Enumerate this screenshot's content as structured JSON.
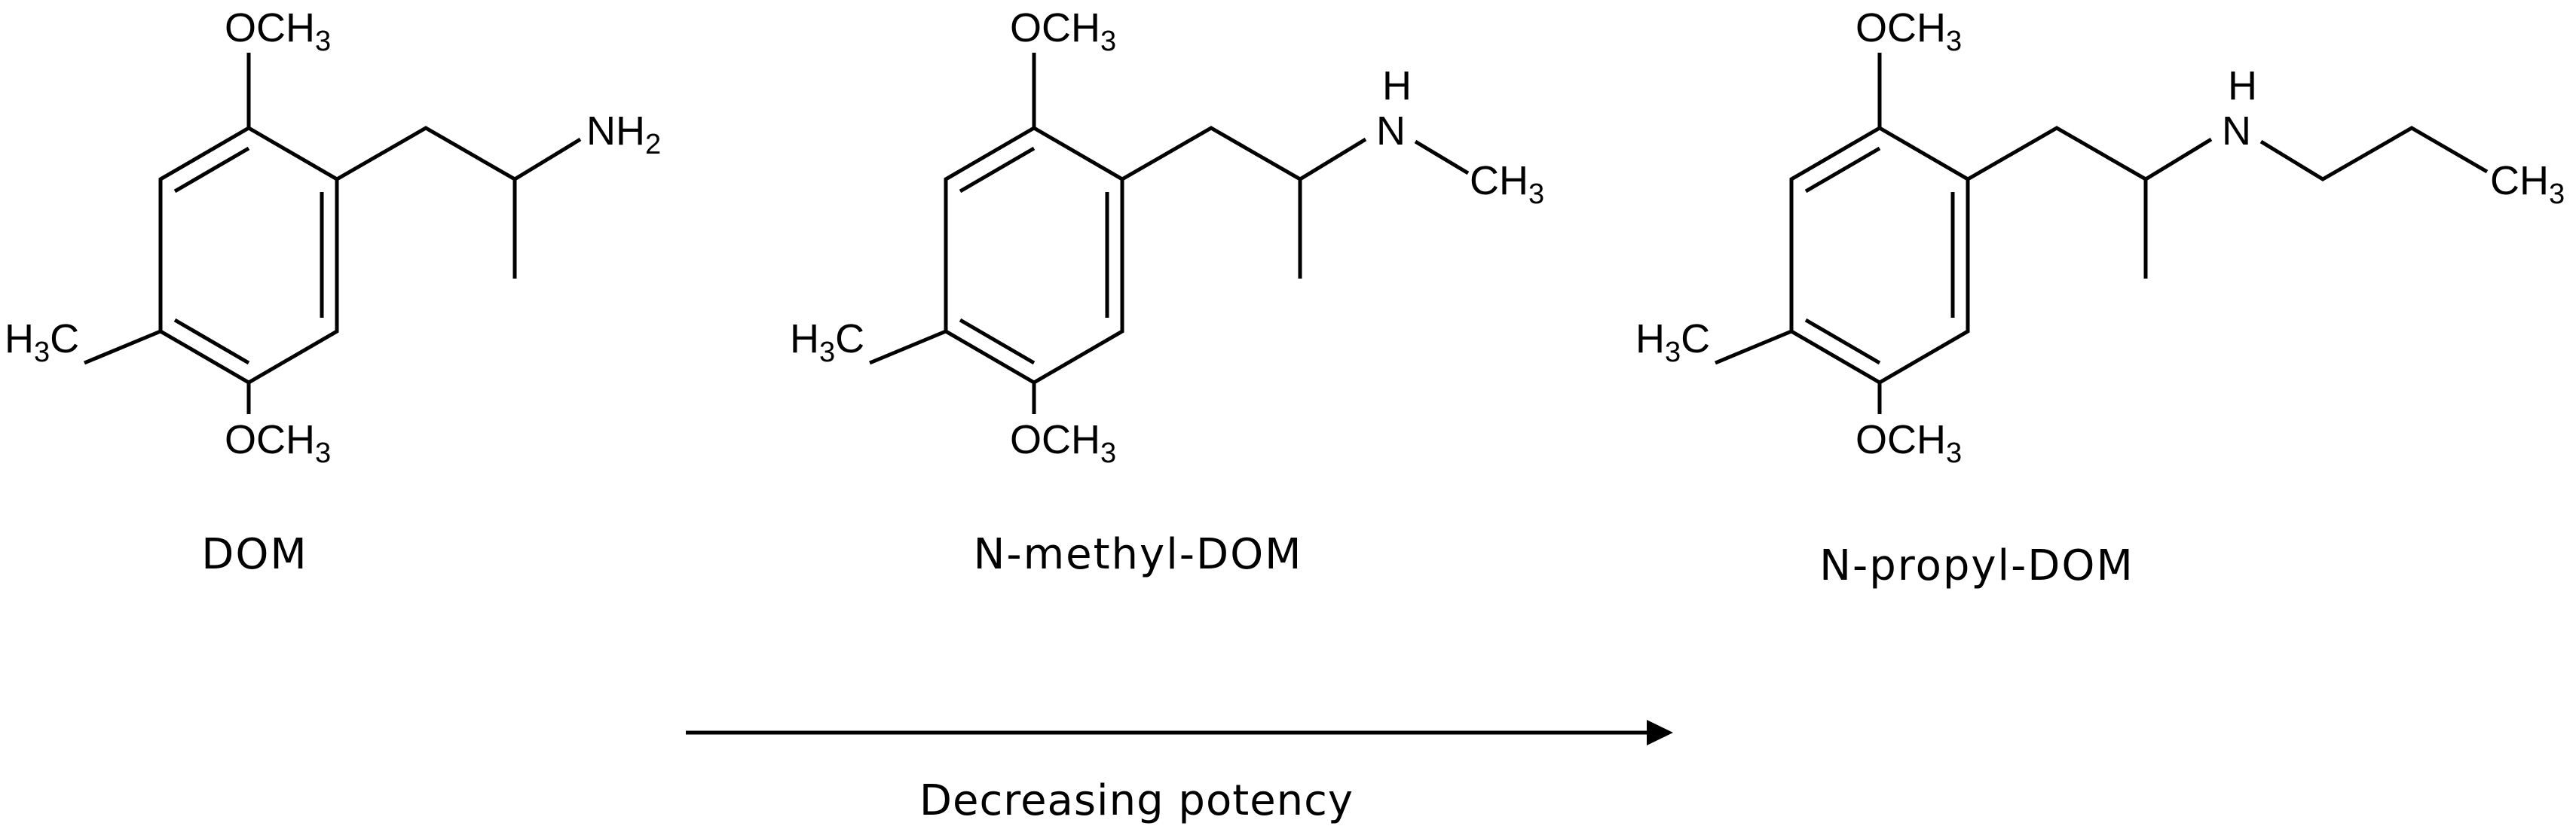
{
  "compounds": [
    {
      "name": "DOM",
      "labels": {
        "top_methoxy": {
          "main": "OCH",
          "sub": "3"
        },
        "bottom_methoxy": {
          "main": "OCH",
          "sub": "3"
        },
        "ring_methyl": {
          "pre": "H",
          "sub": "3",
          "post": "C"
        },
        "amine_h": "",
        "amine_n": {
          "main": "NH",
          "sub": "2"
        }
      }
    },
    {
      "name": "N-methyl-DOM",
      "labels": {
        "top_methoxy": {
          "main": "OCH",
          "sub": "3"
        },
        "bottom_methoxy": {
          "main": "OCH",
          "sub": "3"
        },
        "ring_methyl": {
          "pre": "H",
          "sub": "3",
          "post": "C"
        },
        "amine_h": "H",
        "amine_n": {
          "main": "N",
          "sub": ""
        },
        "n_substituent_end": {
          "main": "CH",
          "sub": "3"
        }
      }
    },
    {
      "name": "N-propyl-DOM",
      "labels": {
        "top_methoxy": {
          "main": "OCH",
          "sub": "3"
        },
        "bottom_methoxy": {
          "main": "OCH",
          "sub": "3"
        },
        "ring_methyl": {
          "pre": "H",
          "sub": "3",
          "post": "C"
        },
        "amine_h": "H",
        "amine_n": {
          "main": "N",
          "sub": ""
        },
        "n_substituent_end": {
          "main": "CH",
          "sub": "3"
        }
      }
    }
  ],
  "trend": {
    "label": "Decreasing potency",
    "direction": "right"
  }
}
